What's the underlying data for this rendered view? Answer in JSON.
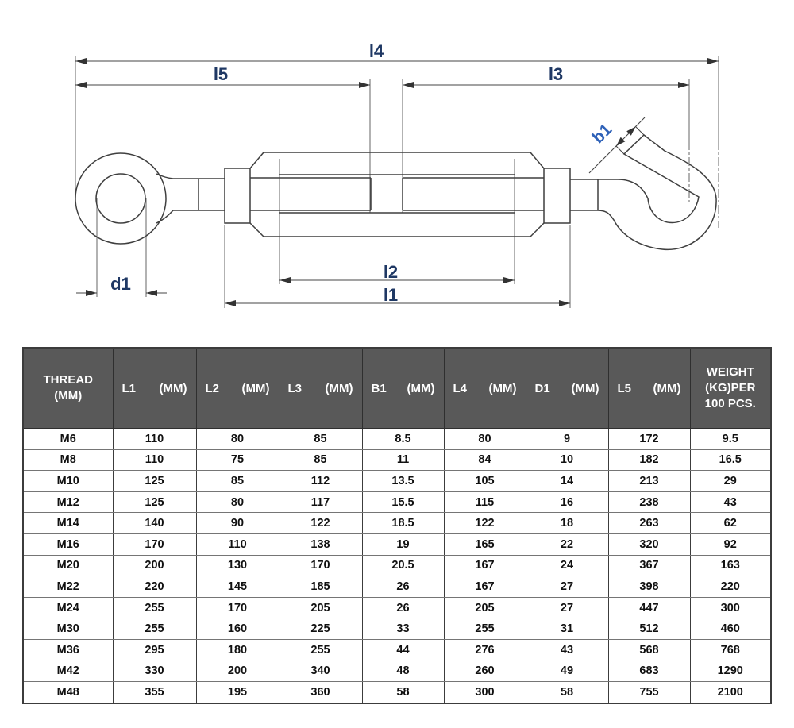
{
  "diagram": {
    "labels": {
      "l4": "l4",
      "l5": "l5",
      "l3": "l3",
      "b1": "b1",
      "d1": "d1",
      "l2": "l2",
      "l1": "l1"
    },
    "colors": {
      "outline": "#3f3f3f",
      "dim_line": "#444444",
      "dim_label": "#1f3864",
      "b1_label": "#2f62b8"
    }
  },
  "table": {
    "colors": {
      "header_bg": "#595959",
      "header_text": "#ffffff",
      "grid": "#3c3c3c"
    },
    "header": {
      "thread_label": "THREAD",
      "thread_unit": "(MM)",
      "columns": [
        {
          "label": "L1",
          "unit": "(MM)"
        },
        {
          "label": "L2",
          "unit": "(MM)"
        },
        {
          "label": "L3",
          "unit": "(MM)"
        },
        {
          "label": "B1",
          "unit": "(MM)"
        },
        {
          "label": "L4",
          "unit": "(MM)"
        },
        {
          "label": "D1",
          "unit": "(MM)"
        },
        {
          "label": "L5",
          "unit": "(MM)"
        }
      ],
      "weight": "WEIGHT (KG)PER 100 PCS."
    },
    "rows": [
      {
        "thread": "M6",
        "values": [
          "110",
          "80",
          "85",
          "8.5",
          "80",
          "9",
          "172",
          "9.5"
        ]
      },
      {
        "thread": "M8",
        "values": [
          "110",
          "75",
          "85",
          "11",
          "84",
          "10",
          "182",
          "16.5"
        ]
      },
      {
        "thread": "M10",
        "values": [
          "125",
          "85",
          "112",
          "13.5",
          "105",
          "14",
          "213",
          "29"
        ]
      },
      {
        "thread": "M12",
        "values": [
          "125",
          "80",
          "117",
          "15.5",
          "115",
          "16",
          "238",
          "43"
        ]
      },
      {
        "thread": "M14",
        "values": [
          "140",
          "90",
          "122",
          "18.5",
          "122",
          "18",
          "263",
          "62"
        ]
      },
      {
        "thread": "M16",
        "values": [
          "170",
          "110",
          "138",
          "19",
          "165",
          "22",
          "320",
          "92"
        ]
      },
      {
        "thread": "M20",
        "values": [
          "200",
          "130",
          "170",
          "20.5",
          "167",
          "24",
          "367",
          "163"
        ]
      },
      {
        "thread": "M22",
        "values": [
          "220",
          "145",
          "185",
          "26",
          "167",
          "27",
          "398",
          "220"
        ]
      },
      {
        "thread": "M24",
        "values": [
          "255",
          "170",
          "205",
          "26",
          "205",
          "27",
          "447",
          "300"
        ]
      },
      {
        "thread": "M30",
        "values": [
          "255",
          "160",
          "225",
          "33",
          "255",
          "31",
          "512",
          "460"
        ]
      },
      {
        "thread": "M36",
        "values": [
          "295",
          "180",
          "255",
          "44",
          "276",
          "43",
          "568",
          "768"
        ]
      },
      {
        "thread": "M42",
        "values": [
          "330",
          "200",
          "340",
          "48",
          "260",
          "49",
          "683",
          "1290"
        ]
      },
      {
        "thread": "M48",
        "values": [
          "355",
          "195",
          "360",
          "58",
          "300",
          "58",
          "755",
          "2100"
        ]
      }
    ]
  }
}
